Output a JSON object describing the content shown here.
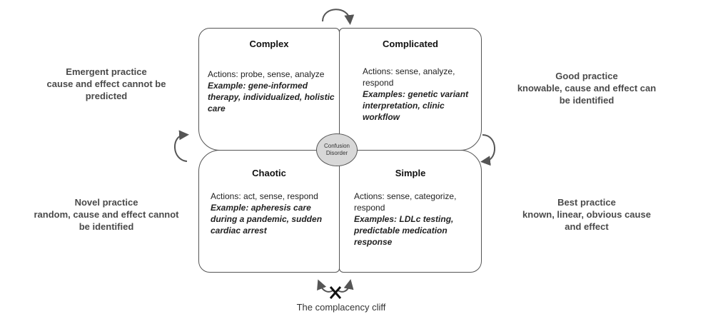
{
  "center": {
    "line1": "Confusion",
    "line2": "Disorder"
  },
  "domains": {
    "complex": {
      "title": "Complex",
      "actions": "Actions: probe, sense, analyze",
      "example": "Example: gene-informed therapy, individualized, holistic care"
    },
    "complicated": {
      "title": "Complicated",
      "actions": "Actions: sense, analyze, respond",
      "example": "Examples: genetic variant interpretation, clinic workflow"
    },
    "chaotic": {
      "title": "Chaotic",
      "actions": "Actions: act, sense, respond",
      "example": "Example: apheresis care during a pandemic, sudden cardiac arrest"
    },
    "simple": {
      "title": "Simple",
      "actions": "Actions: sense, categorize, respond",
      "example": "Examples: LDLc testing, predictable medication response"
    }
  },
  "practices": {
    "emergent": {
      "line1": "Emergent practice",
      "line2": "cause and effect cannot be",
      "line3": "predicted"
    },
    "good": {
      "line1": "Good practice",
      "line2": "knowable, cause and effect can",
      "line3": "be identified"
    },
    "novel": {
      "line1": "Novel practice",
      "line2": "random, cause and effect cannot",
      "line3": "be identified"
    },
    "best": {
      "line1": "Best practice",
      "line2": "known, linear, obvious cause",
      "line3": "and effect"
    }
  },
  "cliff_label": "The complacency cliff"
}
